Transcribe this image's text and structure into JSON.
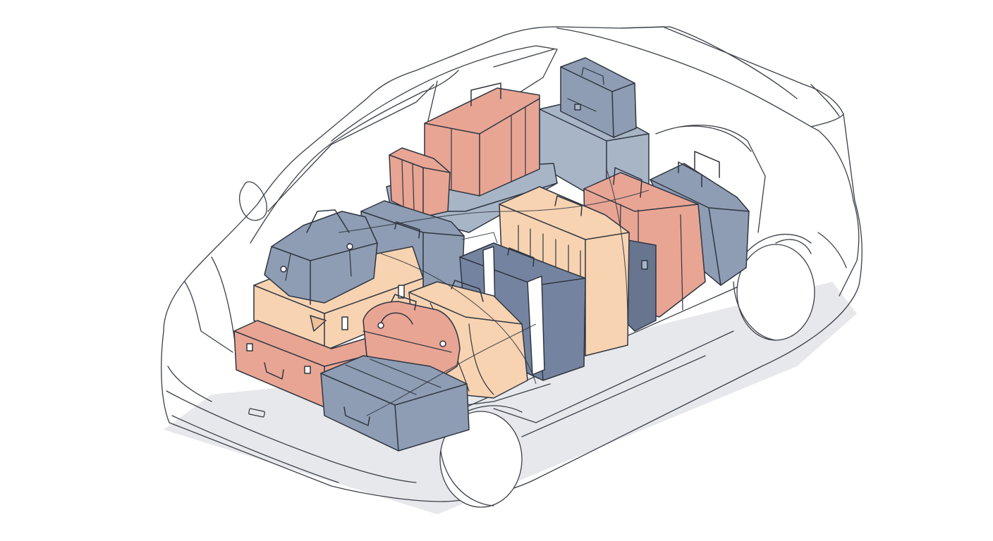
{
  "colors": {
    "background": "#ffffff",
    "shadow": "#e3e6ea",
    "outline": "#2f3540",
    "coral": "#e8a594",
    "coral_dark": "#d98d7b",
    "peach": "#f7d3b2",
    "peach_dark": "#eebf98",
    "slate": "#8e9db3",
    "slate_light": "#a8b5c7",
    "slate_dark": "#7484a0",
    "navy": "#67758f"
  },
  "scene": {
    "subject": "car-cutaway-with-luggage",
    "items": [
      "briefcase-top",
      "crate-top",
      "suitcase-coral-large",
      "suitcase-coral-small",
      "duffel-slate-left",
      "trunk-peach",
      "trunk-coral",
      "suitcase-slate-bottom",
      "handbag-coral",
      "bag-peach-round",
      "suitcase-navy-center",
      "suitcase-peach-ribbed",
      "suitcase-coral-rear",
      "suitcase-slate-rear"
    ]
  }
}
